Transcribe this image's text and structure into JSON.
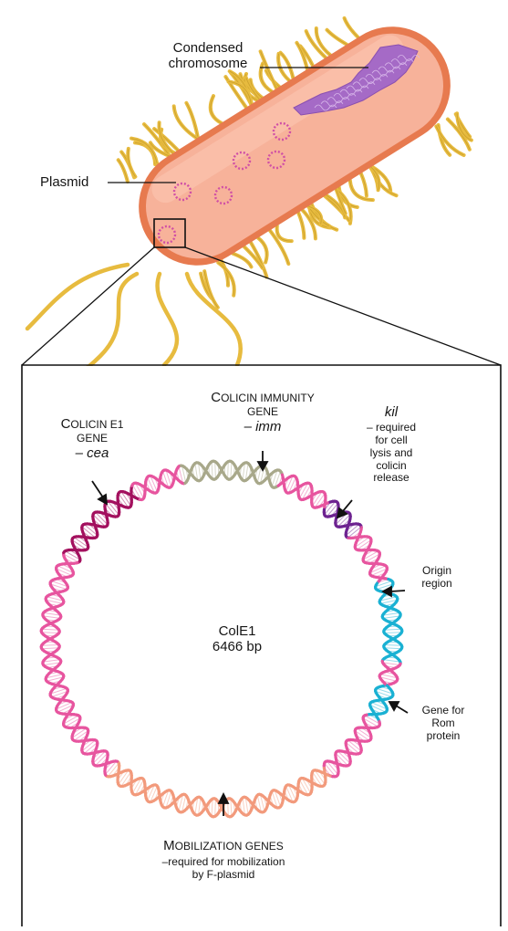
{
  "cell": {
    "chromosome_label_line1": "Condensed",
    "chromosome_label_line2": "chromosome",
    "plasmid_label": "Plasmid"
  },
  "plasmid": {
    "name": "ColE1",
    "size": "6466 bp"
  },
  "genes": {
    "cea": {
      "head_a": "C",
      "head_b": "OLICIN E1",
      "line2": "GENE",
      "line3": "– cea"
    },
    "imm": {
      "head_a": "C",
      "head_b": "OLICIN IMMUNITY",
      "line2": "GENE",
      "line3": "– imm"
    },
    "kil": {
      "name": "kil",
      "desc": [
        "– required",
        "for cell",
        "lysis and",
        "colicin",
        "release"
      ]
    },
    "origin": {
      "lines": [
        "Origin",
        "region"
      ]
    },
    "rom": {
      "lines": [
        "Gene for",
        "Rom",
        "protein"
      ]
    },
    "mob": {
      "head_a": "M",
      "head_b": "OBILIZATION GENES",
      "line2": "–required for mobilization",
      "line3": "by F-plasmid"
    }
  },
  "colors": {
    "cytoplasm": "#f6b49a",
    "cell_wall": "#e77a4f",
    "pili": "#e7bb3f",
    "chromosome": "#a56ac6",
    "plasmid_dots": "#d04fa5",
    "helix_pink": "#e7559f",
    "helix_magenta": "#a3105e",
    "helix_olive": "#a8a88a",
    "helix_purple": "#6d2390",
    "helix_cyan": "#1ab1d3",
    "helix_salmon": "#f29a7c",
    "helix_orange": "#f3a062"
  }
}
